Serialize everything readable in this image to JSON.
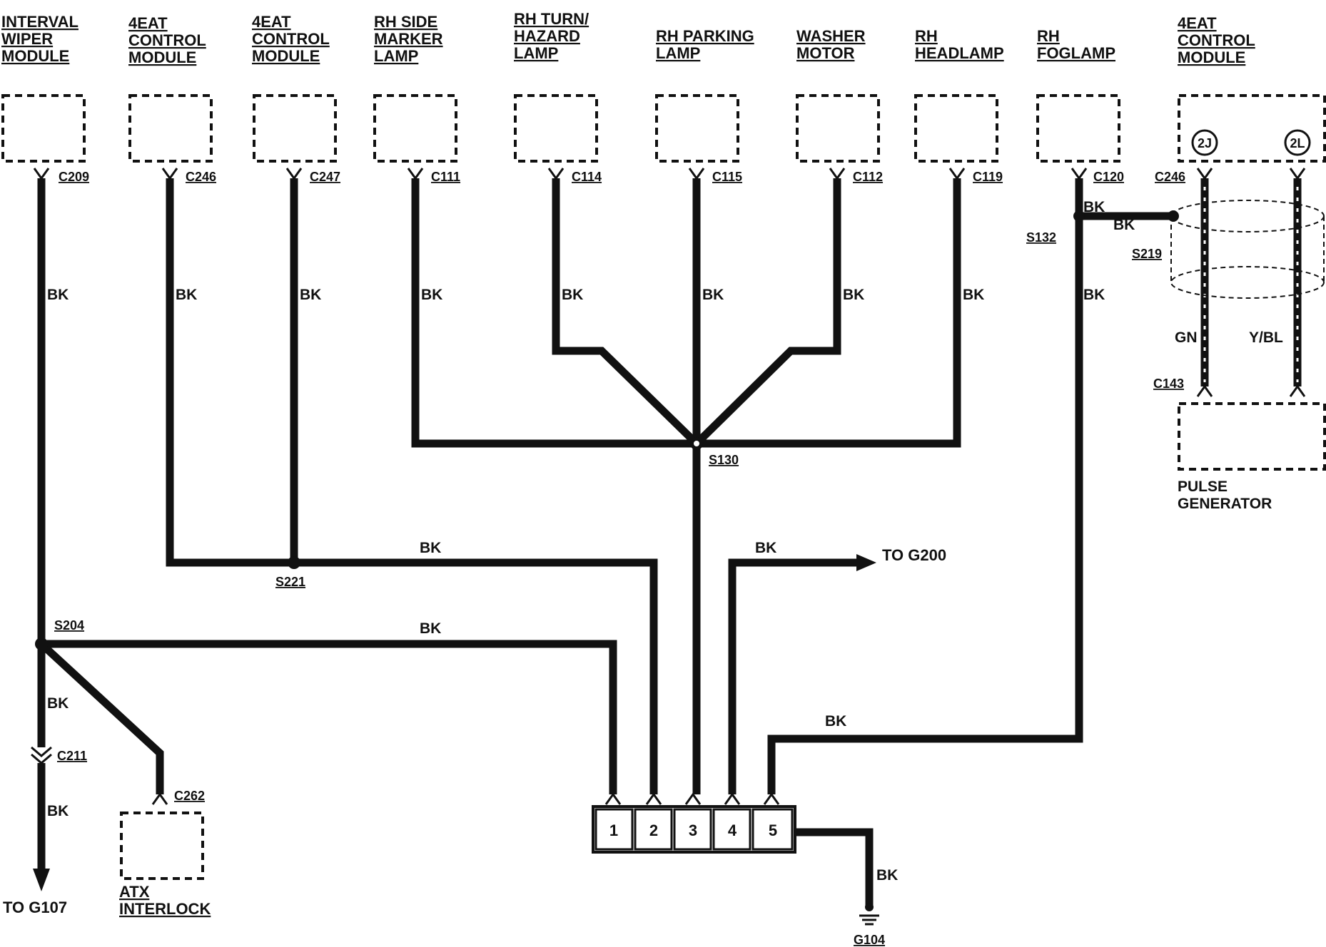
{
  "components": {
    "interval_wiper_module": [
      "INTERVAL",
      "WIPER",
      "MODULE"
    ],
    "eat_control_module_a": [
      "4EAT",
      "CONTROL",
      "MODULE"
    ],
    "eat_control_module_b": [
      "4EAT",
      "CONTROL",
      "MODULE"
    ],
    "rh_side_marker_lamp": [
      "RH  SIDE",
      "MARKER",
      "LAMP"
    ],
    "rh_turn_hazard_lamp": [
      "RH  TURN/",
      "HAZARD",
      "LAMP"
    ],
    "rh_parking_lamp": [
      "RH  PARKING",
      "LAMP"
    ],
    "washer_motor": [
      "WASHER",
      "MOTOR"
    ],
    "rh_headlamp": [
      "RH",
      "HEADLAMP"
    ],
    "rh_foglamp": [
      "RH",
      "FOGLAMP"
    ],
    "eat_control_module_c": [
      "4EAT",
      "CONTROL",
      "MODULE"
    ],
    "pulse_generator": [
      "PULSE",
      "GENERATOR"
    ],
    "atx_interlock": [
      "ATX",
      "INTERLOCK"
    ]
  },
  "connectors": {
    "c209": "C209",
    "c246a": "C246",
    "c247": "C247",
    "c111": "C111",
    "c114": "C114",
    "c115": "C115",
    "c112": "C112",
    "c119": "C119",
    "c120": "C120",
    "c246b": "C246",
    "c143": "C143",
    "c211": "C211",
    "c262": "C262"
  },
  "pins": {
    "p2j": "2J",
    "p2l": "2L"
  },
  "splices": {
    "s130": "S130",
    "s132": "S132",
    "s219": "S219",
    "s221": "S221",
    "s204": "S204"
  },
  "wires": {
    "bk": "BK",
    "gn": "GN",
    "ybl": "Y/BL"
  },
  "destinations": {
    "g200": "TO  G200",
    "g107": "TO  G107"
  },
  "ground": "G104",
  "terminal_block": [
    "1",
    "2",
    "3",
    "4",
    "5"
  ]
}
